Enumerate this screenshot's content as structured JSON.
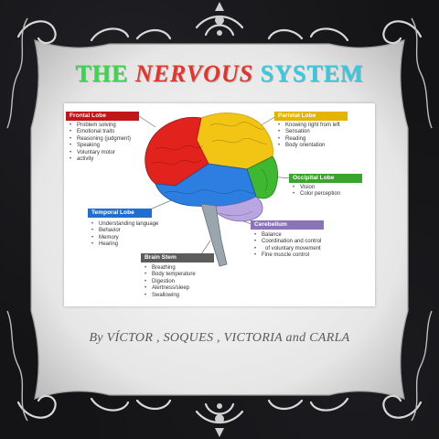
{
  "title": {
    "word1": "THE",
    "word2": "NERVOUS",
    "word3": "SYSTEM",
    "colors": {
      "word1": "#36d94a",
      "word2": "#e5352b",
      "word3": "#36c9e0"
    }
  },
  "diagram": {
    "frontal": {
      "label": "Frontal Lobe",
      "color": "#c0171b",
      "items": [
        "Problem solving",
        "Emotional traits",
        "Reasoning (judgment)",
        "Speaking",
        "Voluntary motor",
        "activity"
      ]
    },
    "parietal": {
      "label": "Parietal Lobe",
      "color": "#e5b400",
      "items": [
        "Knowing right from left",
        "Sensation",
        "Reading",
        "Body orientation"
      ]
    },
    "occipital": {
      "label": "Occipital Lobe",
      "color": "#3aa52c",
      "items": [
        "Vision",
        "Color perception"
      ]
    },
    "temporal": {
      "label": "Temporal Lobe",
      "color": "#1f6fd1",
      "items": [
        "Understanding language",
        "Behavior",
        "Memory",
        "Hearing"
      ]
    },
    "cerebellum": {
      "label": "Cerebellum",
      "color": "#8a73b8",
      "items": [
        "Balance",
        "Coordination and control",
        "of voluntary movement",
        "Fine muscle control"
      ]
    },
    "brainstem": {
      "label": "Brain Stem",
      "color": "#5c5c5c",
      "items": [
        "Breathing",
        "Body temperature",
        "Digestion",
        "Alertness/sleep",
        "Swallowing"
      ]
    }
  },
  "byline": "By VÍCTOR , SOQUES , VICTORIA  and CARLA"
}
